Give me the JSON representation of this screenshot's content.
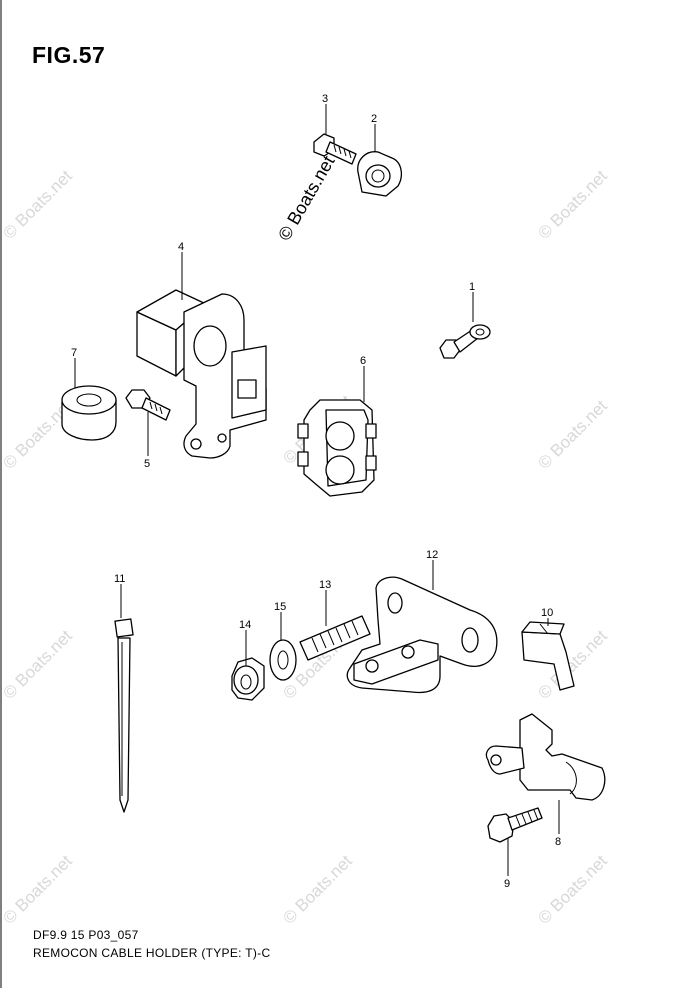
{
  "figure": {
    "title": "FIG.57",
    "code": "DF9.9 15 P03_057",
    "description": "REMOCON CABLE HOLDER (TYPE: T)-C"
  },
  "watermark": {
    "text": "© Boats.net"
  },
  "callouts": [
    "1",
    "2",
    "3",
    "4",
    "5",
    "6",
    "7",
    "8",
    "9",
    "10",
    "11",
    "12",
    "13",
    "14",
    "15"
  ]
}
